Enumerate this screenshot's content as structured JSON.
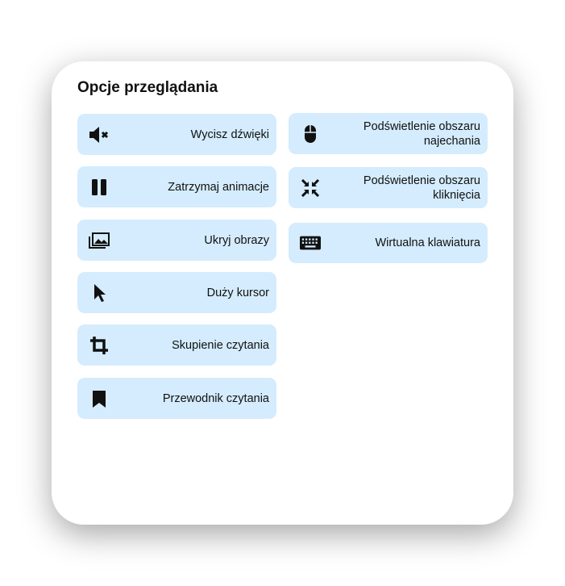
{
  "panel": {
    "title": "Opcje przeglądania"
  },
  "left": [
    {
      "label": "Wycisz dźwięki",
      "icon": "mute-icon"
    },
    {
      "label": "Zatrzymaj animacje",
      "icon": "pause-icon"
    },
    {
      "label": "Ukryj obrazy",
      "icon": "images-icon"
    },
    {
      "label": "Duży kursor",
      "icon": "cursor-icon"
    },
    {
      "label": "Skupienie czytania",
      "icon": "crop-icon"
    },
    {
      "label": "Przewodnik czytania",
      "icon": "bookmark-icon"
    }
  ],
  "right": [
    {
      "label": "Podświetlenie obszaru najechania",
      "icon": "mouse-icon"
    },
    {
      "label": "Podświetlenie obszaru kliknięcia",
      "icon": "collapse-arrows-icon"
    },
    {
      "label": "Wirtualna klawiatura",
      "icon": "keyboard-icon"
    }
  ],
  "colors": {
    "button_bg": "#d4ecfd",
    "text": "#111111"
  }
}
